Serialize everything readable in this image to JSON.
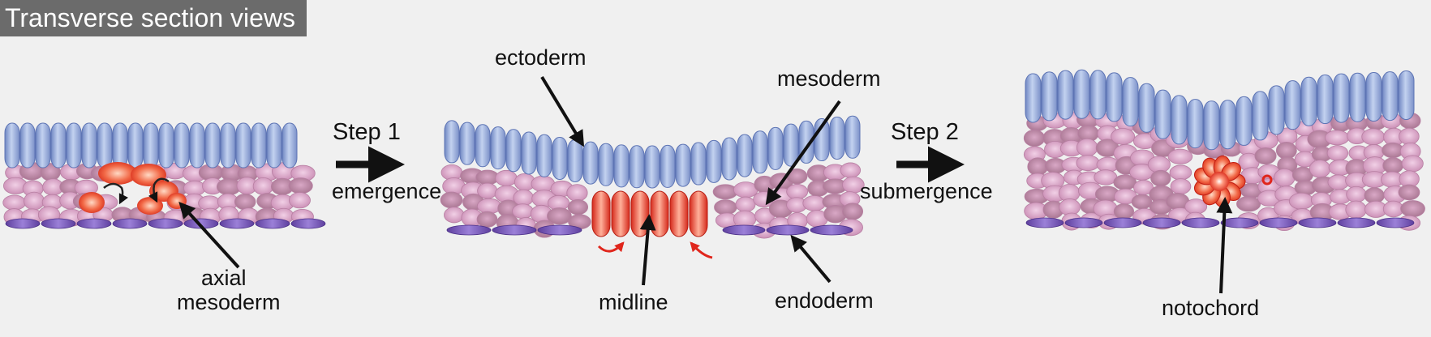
{
  "title": "Transverse section views",
  "labels": {
    "step1": "Step 1",
    "emergence": "emergence",
    "step2": "Step 2",
    "submergence": "submergence",
    "axial": "axial",
    "mesoderm_axial": "mesoderm",
    "ectoderm": "ectoderm",
    "mesoderm": "mesoderm",
    "midline": "midline",
    "endoderm": "endoderm",
    "notochord": "notochord"
  },
  "colors": {
    "background": "#f0f0f0",
    "title_bg": "#6b6b6b",
    "ectoderm": "#93a9d8",
    "mesoderm": "#d49ac0",
    "endoderm": "#7a5ab8",
    "axial": "#e8412c",
    "arrow": "#111111",
    "curl": "#e0261c"
  }
}
